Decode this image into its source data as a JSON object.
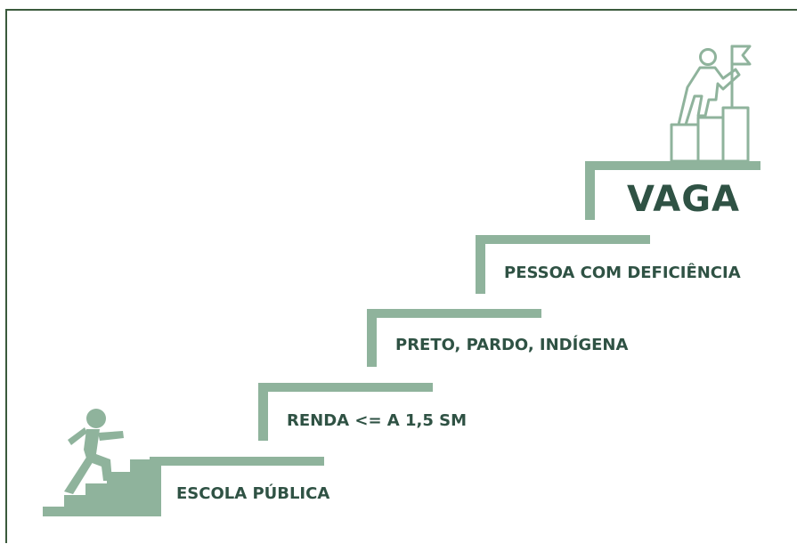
{
  "steps": {
    "escola": "ESCOLA PÚBLICA",
    "renda": "RENDA <= A 1,5 SM",
    "preto": "PRETO, PARDO, INDÍGENA",
    "pessoa": "PESSOA COM DEFICIÊNCIA",
    "vaga": "VAGA"
  },
  "colors": {
    "step": "#8fb39c",
    "text": "#2f5244",
    "border": "#3a5a3c"
  },
  "icons": {
    "start": "person-climbing-stairs-icon",
    "goal": "person-flag-on-podium-icon"
  }
}
